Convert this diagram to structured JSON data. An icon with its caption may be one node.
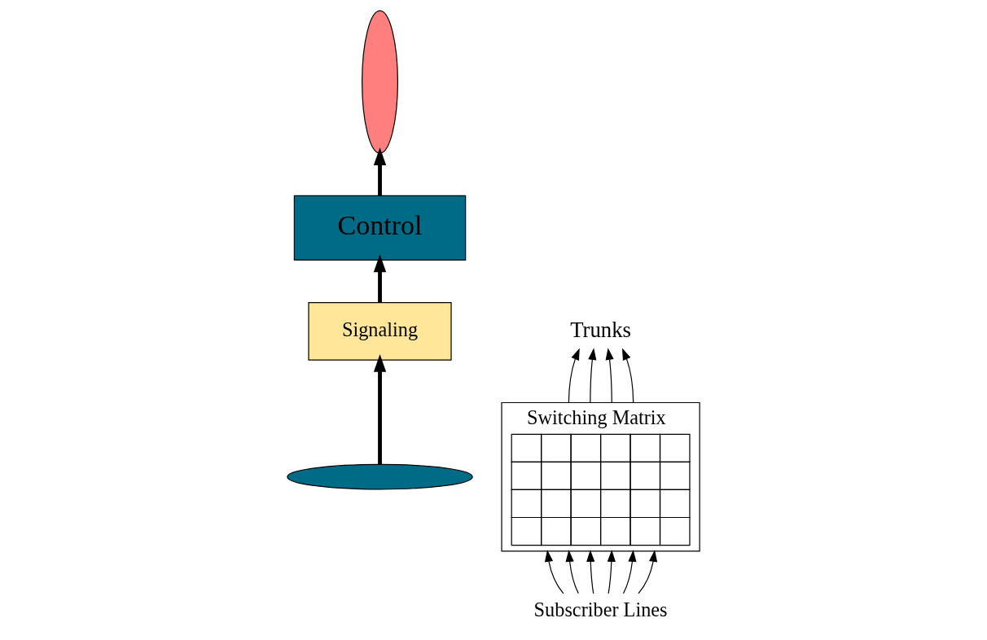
{
  "diagram": {
    "nodes": [
      {
        "text": [
          "Control"
        ]
      },
      {
        "text": [
          "Switching Matrix"
        ]
      },
      {
        "text": [],
        "shape": "ellipse"
      },
      {
        "text": [
          "Trunks"
        ]
      },
      {
        "text": [
          "Signaling"
        ]
      },
      {
        "text": [],
        "shape": "ellipse"
      },
      {
        "text": [
          "Subscriber Lines"
        ]
      }
    ],
    "edges": [
      {
        "from": 0,
        "to": 2,
        "arrow": "to",
        "style": "thick"
      },
      {
        "from": 1,
        "to": 3,
        "arrow": "to"
      },
      {
        "from": 1,
        "to": 3,
        "arrow": "to"
      },
      {
        "from": 1,
        "to": 3,
        "arrow": "to"
      },
      {
        "from": 1,
        "to": 3,
        "arrow": "to"
      },
      {
        "from": 6,
        "to": 1,
        "arrow": "to"
      },
      {
        "from": 6,
        "to": 1,
        "arrow": "to"
      },
      {
        "from": 6,
        "to": 1,
        "arrow": "to"
      },
      {
        "from": 6,
        "to": 1,
        "arrow": "to"
      },
      {
        "from": 6,
        "to": 1,
        "arrow": "to"
      },
      {
        "from": 6,
        "to": 1,
        "arrow": "to"
      },
      {
        "from": 5,
        "to": 4,
        "arrow": "to",
        "style": "thick"
      },
      {
        "from": 4,
        "to": 0,
        "arrow": "to",
        "style": "thick"
      }
    ]
  }
}
